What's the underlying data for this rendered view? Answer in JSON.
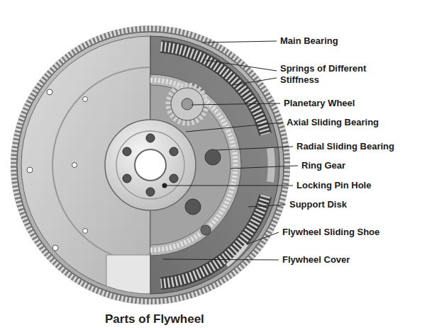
{
  "diagram": {
    "title": "Parts of Flywheel",
    "labels": [
      "Main Bearing",
      "Springs of Different Stiffness",
      "Planetary Wheel",
      "Axial Sliding Bearing",
      "Radial Sliding Bearing",
      "Ring Gear",
      "Locking Pin Hole",
      "Support Disk",
      "Flywheel Sliding Shoe",
      "Flywheel Cover"
    ]
  }
}
